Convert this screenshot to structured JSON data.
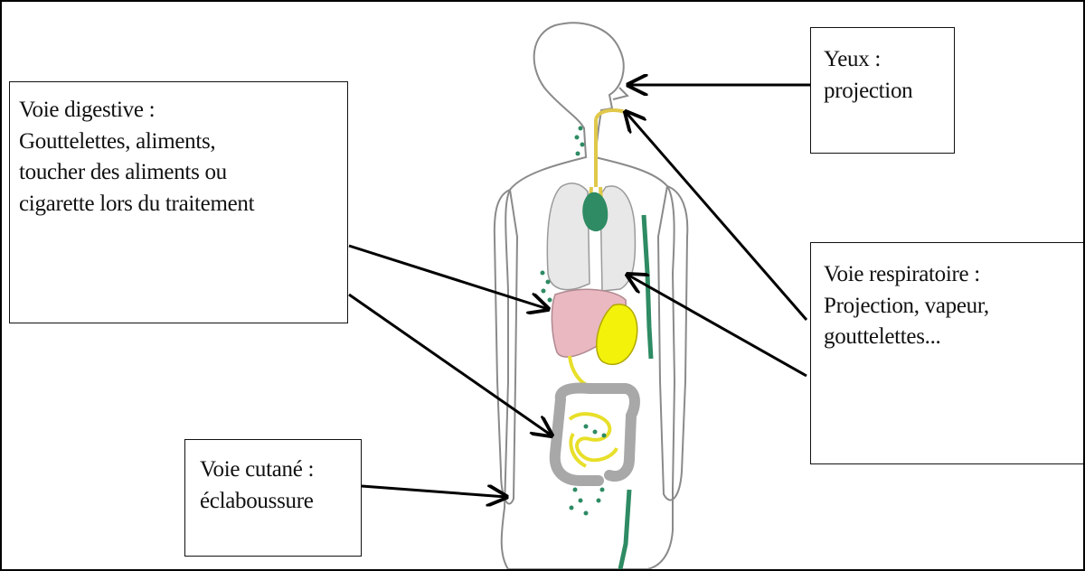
{
  "boxes": {
    "digestive": {
      "lines": [
        "Voie digestive :",
        "Gouttelettes, aliments,",
        "toucher des aliments ou",
        "cigarette lors du traitement"
      ]
    },
    "eyes": {
      "lines": [
        "Yeux :",
        "projection"
      ]
    },
    "respiratory": {
      "lines": [
        "Voie respiratoire :",
        "Projection, vapeur,",
        "gouttelettes..."
      ]
    },
    "skin": {
      "lines": [
        "Voie cutané :",
        "éclaboussure"
      ]
    }
  },
  "colors": {
    "outline": "#8a8a8a",
    "lungs": "#e8e8e8",
    "organ_green": "#2e8b63",
    "liver": "#e9b8c0",
    "gallbladder": "#f2f20a",
    "intestine_grey": "#a8a8a8",
    "intestine_yellow": "#e8df2a",
    "arrow": "#000000"
  }
}
